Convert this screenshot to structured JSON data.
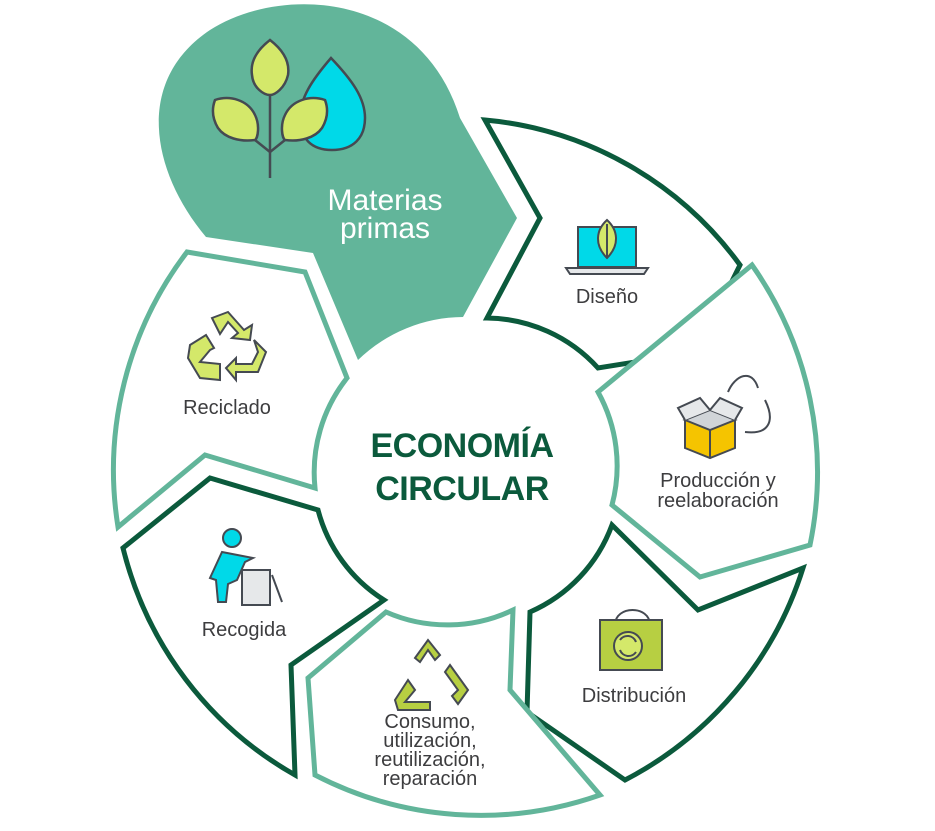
{
  "center": {
    "line1": "ECONOMÍA",
    "line2": "CIRCULAR"
  },
  "colors": {
    "dark_green": "#0b5a3c",
    "light_green": "#62b59a",
    "lime": "#d4e86a",
    "cyan": "#00d9e8"
  },
  "stages": [
    {
      "label_lines": [
        "Materias",
        "primas"
      ],
      "icon": "plant-water-drop-icon"
    },
    {
      "label_lines": [
        "Diseño"
      ],
      "icon": "laptop-leaf-icon"
    },
    {
      "label_lines": [
        "Producción y",
        "reelaboración"
      ],
      "icon": "box-cycle-icon"
    },
    {
      "label_lines": [
        "Distribución"
      ],
      "icon": "shopping-bag-recycle-icon"
    },
    {
      "label_lines": [
        "Consumo,",
        "utilización,",
        "reutilización,",
        "reparación"
      ],
      "icon": "recycle-arrows-icon"
    },
    {
      "label_lines": [
        "Recogida"
      ],
      "icon": "person-trash-bin-icon"
    },
    {
      "label_lines": [
        "Reciclado"
      ],
      "icon": "recycle-icon"
    }
  ]
}
